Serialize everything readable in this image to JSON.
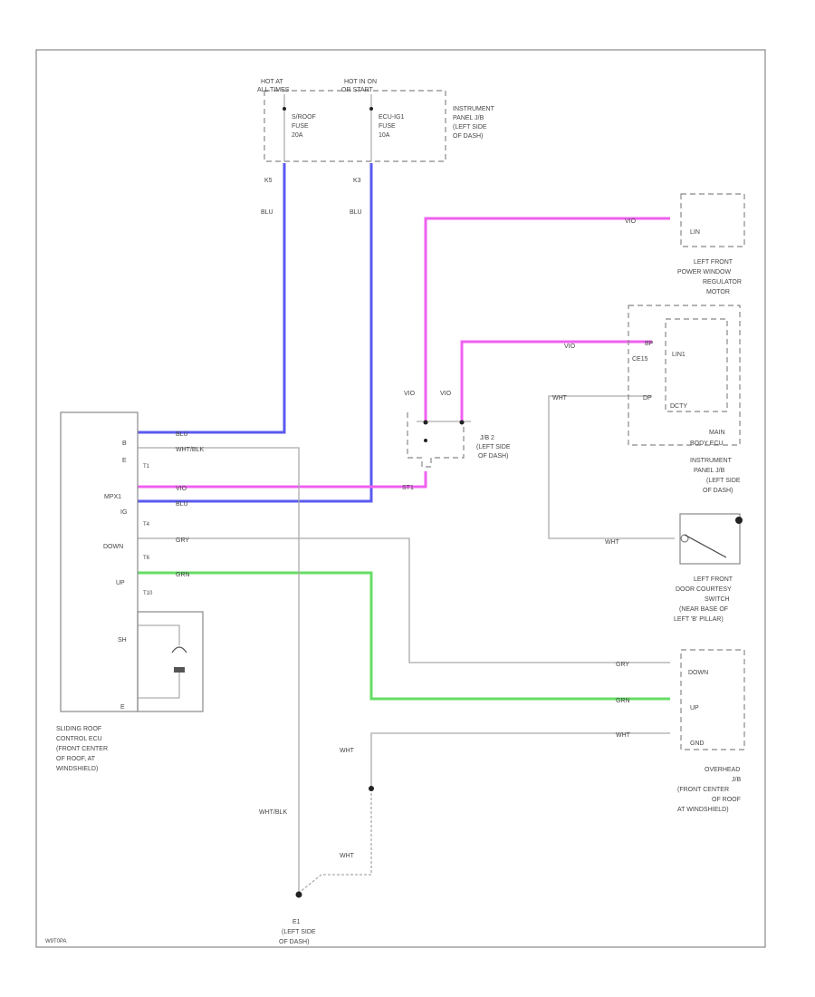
{
  "page_code": "W9T0PA",
  "fuses": {
    "hot_left": [
      "HOT AT",
      "ALL TIMES"
    ],
    "hot_right": [
      "HOT IN ON",
      "OR START"
    ],
    "fuse_left": [
      "S/ROOF",
      "FUSE",
      "20A"
    ],
    "fuse_right": [
      "ECU-IG1",
      "FUSE",
      "10A"
    ],
    "jb_label": [
      "INSTRUMENT",
      "PANEL J/B",
      "(LEFT SIDE",
      "OF DASH)"
    ],
    "pin_left": "K5",
    "pin_right": "K3",
    "wire_left": "BLU",
    "wire_right": "BLU"
  },
  "ecu": {
    "label": [
      "SLIDING ROOF",
      "CONTROL ECU",
      "(FRONT CENTER",
      "OF ROOF, AT",
      "WINDSHIELD)"
    ],
    "pins": [
      "B",
      "E",
      "T1",
      "MPX1",
      "IG",
      "T4",
      "DOWN",
      "T6",
      "UP",
      "T10",
      "SH",
      "E"
    ],
    "wires": [
      "BLU",
      "WHT/BLK",
      "VIO",
      "BLU",
      "GRY",
      "GRN"
    ]
  },
  "junction": {
    "label": [
      "J/B 2",
      "(LEFT SIDE",
      "OF DASH)"
    ],
    "pin_a": "VIO",
    "pin_b": "VIO",
    "pin_c": "ST1"
  },
  "window_motor": {
    "label": [
      "LEFT FRONT",
      "POWER WINDOW",
      "REGULATOR",
      "MOTOR"
    ],
    "inner": "LIN",
    "wire": "VIO"
  },
  "body_ecu": {
    "label": [
      "MAIN",
      "BODY ECU"
    ],
    "jb_label": [
      "INSTRUMENT",
      "PANEL J/B",
      "(LEFT SIDE",
      "OF DASH)"
    ],
    "inner_top": "LIN1",
    "inner_bottom": "DCTY",
    "side_label": "CE15",
    "wire_top": "VIO",
    "wire_bottom": "WHT",
    "pin_top": "BP",
    "pin_bottom": "DP"
  },
  "door_switch": {
    "label": [
      "LEFT FRONT",
      "DOOR COURTESY",
      "SWITCH",
      "(NEAR BASE OF",
      "LEFT 'B' PILLAR)"
    ],
    "wire": "WHT"
  },
  "overhead": {
    "label": [
      "OVERHEAD",
      "J/B",
      "(FRONT CENTER",
      "OF ROOF",
      "AT WINDSHIELD)"
    ],
    "terms": [
      "DOWN",
      "UP",
      "GND"
    ],
    "wires": [
      "GRY",
      "GRN",
      "WHT"
    ]
  },
  "ground": {
    "label": [
      "E1",
      "(LEFT SIDE",
      "OF DASH)"
    ],
    "wire_left": "WHT/BLK",
    "wire_right_top": "WHT",
    "wire_right_bottom": "WHT"
  },
  "colors": {
    "blue": "#5a5af0",
    "magenta": "#f060f0",
    "green": "#66dd66",
    "gray_wire": "#aaaaaa"
  }
}
